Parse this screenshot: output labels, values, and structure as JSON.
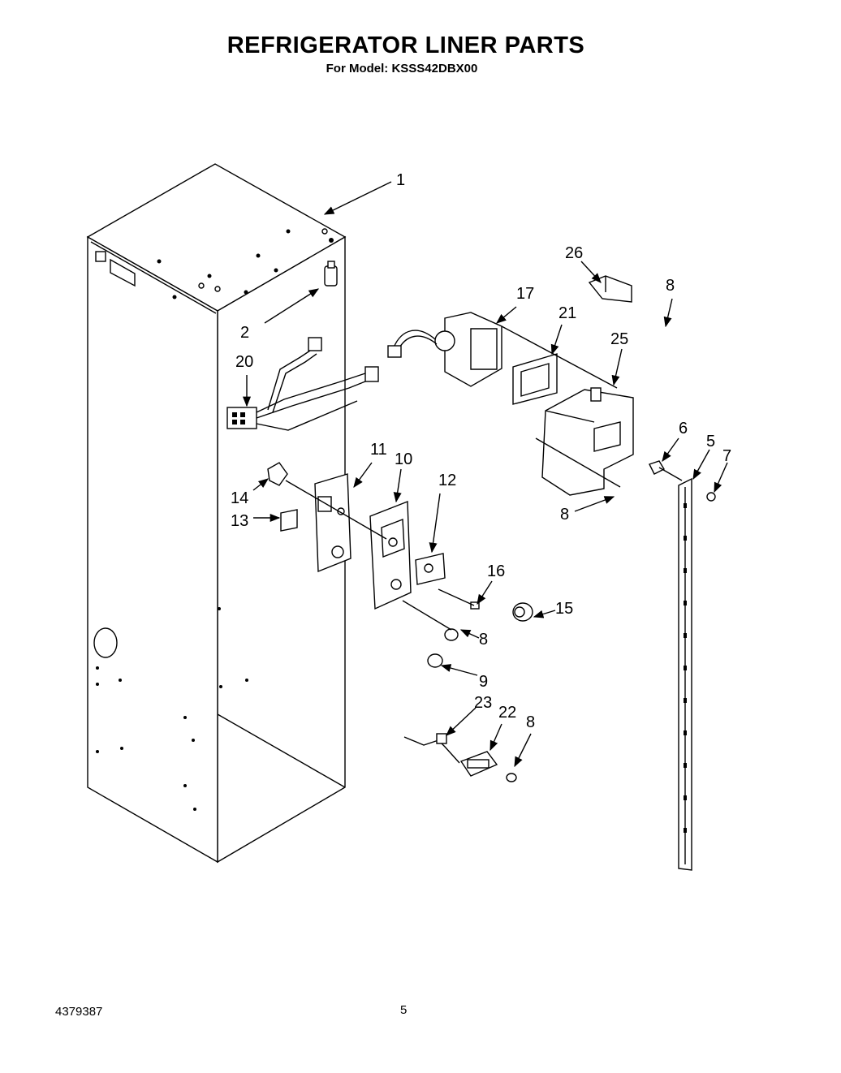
{
  "header": {
    "title": "REFRIGERATOR LINER PARTS",
    "subtitle": "For Model: KSSS42DBX00"
  },
  "footer": {
    "doc_number": "4379387",
    "page_number": "5"
  },
  "callouts": {
    "c1": "1",
    "c2": "2",
    "c20": "20",
    "c17": "17",
    "c21": "21",
    "c26": "26",
    "c8a": "8",
    "c25": "25",
    "c6": "6",
    "c5": "5",
    "c7": "7",
    "c8b": "8",
    "c11": "11",
    "c10": "10",
    "c12": "12",
    "c14": "14",
    "c13": "13",
    "c16": "16",
    "c15": "15",
    "c8c": "8",
    "c9": "9",
    "c23": "23",
    "c22": "22",
    "c8d": "8"
  }
}
